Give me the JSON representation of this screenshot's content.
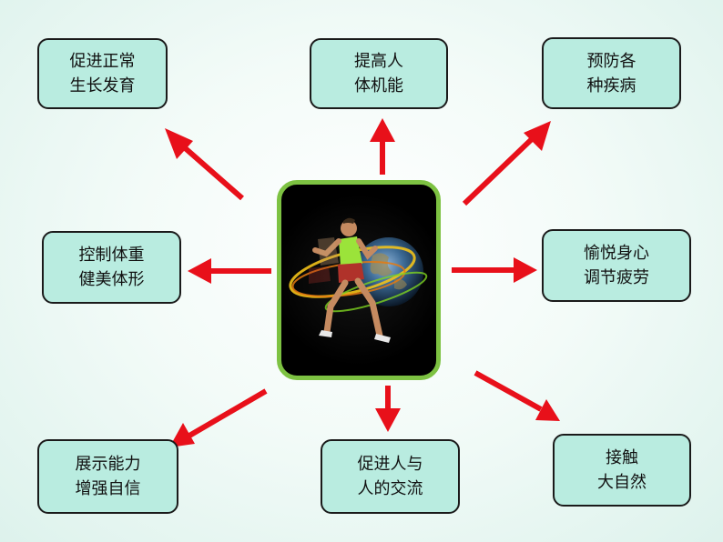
{
  "diagram": {
    "nodes": [
      {
        "id": "n1",
        "lines": [
          "促进正常",
          "生长发育"
        ]
      },
      {
        "id": "n2",
        "lines": [
          "提高人",
          "体机能"
        ]
      },
      {
        "id": "n3",
        "lines": [
          "预防各",
          "种疾病"
        ]
      },
      {
        "id": "n4",
        "lines": [
          "控制体重",
          "健美体形"
        ]
      },
      {
        "id": "n5",
        "lines": [
          "愉悦身心",
          "调节疲劳"
        ]
      },
      {
        "id": "n6",
        "lines": [
          "展示能力",
          "增强自信"
        ]
      },
      {
        "id": "n7",
        "lines": [
          "促进人与",
          "人的交流"
        ]
      },
      {
        "id": "n8",
        "lines": [
          "接触",
          "大自然"
        ]
      }
    ],
    "center_image": "runner-with-globe",
    "colors": {
      "arrow": "#e8101a",
      "box_fill": "#b9ece0",
      "box_border": "#1a1a1a",
      "center_border": "#7dc242"
    }
  }
}
